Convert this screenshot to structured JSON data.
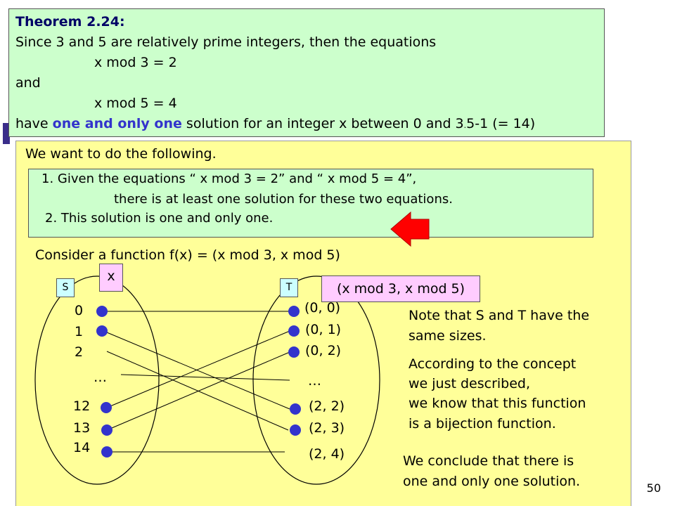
{
  "theorem": {
    "title": "Theorem 2.24:",
    "line1": "Since 3 and 5 are relatively prime integers, then the equations",
    "eq1": "x mod 3 = 2",
    "and": "and",
    "eq2": "x mod 5 = 4",
    "line_end_pre": "have ",
    "line_end_emph": "one and only one",
    "line_end_post_a": " solution for an integer x between 0 and 3",
    "line_end_dot": ".",
    "line_end_post_b": "5-1 (= 14)"
  },
  "main": {
    "intro": "We want to do the following.",
    "step1_a": "1. Given the equations “ x mod 3 = 2” and “ x mod 5 = 4”,",
    "step1_b": "there is at least one solution for these two equations.",
    "step2": "2. This solution is one and only one.",
    "consider": "Consider a function f(x) = (x mod 3, x mod 5)"
  },
  "diagram": {
    "s_label": "S",
    "t_label": "T",
    "x_label": "x",
    "map_label": "(x mod 3, x mod 5)",
    "s_items": [
      "0",
      "1",
      "2",
      "…",
      "12",
      "13",
      "14"
    ],
    "t_items": [
      "(0, 0)",
      "(0, 1)",
      "(0, 2)",
      "…",
      "(2, 2)",
      "(2, 3)",
      "(2, 4)"
    ]
  },
  "notes": {
    "sizes_1": "Note that S and T have the",
    "sizes_2": "same sizes.",
    "concept_1": "According to the concept",
    "concept_2": "we just described,",
    "concept_3": "we know that this function",
    "concept_4": "is a bijection function.",
    "conclude_1": "We conclude that there is",
    "conclude_2": "one and only one solution."
  },
  "colors": {
    "theorem_bg": "#ccffcc",
    "main_bg": "#ffff99",
    "node_blue": "#3333cc",
    "arrow_red": "#ff0000",
    "emphasis": "#3333cc"
  },
  "page_number": "50"
}
